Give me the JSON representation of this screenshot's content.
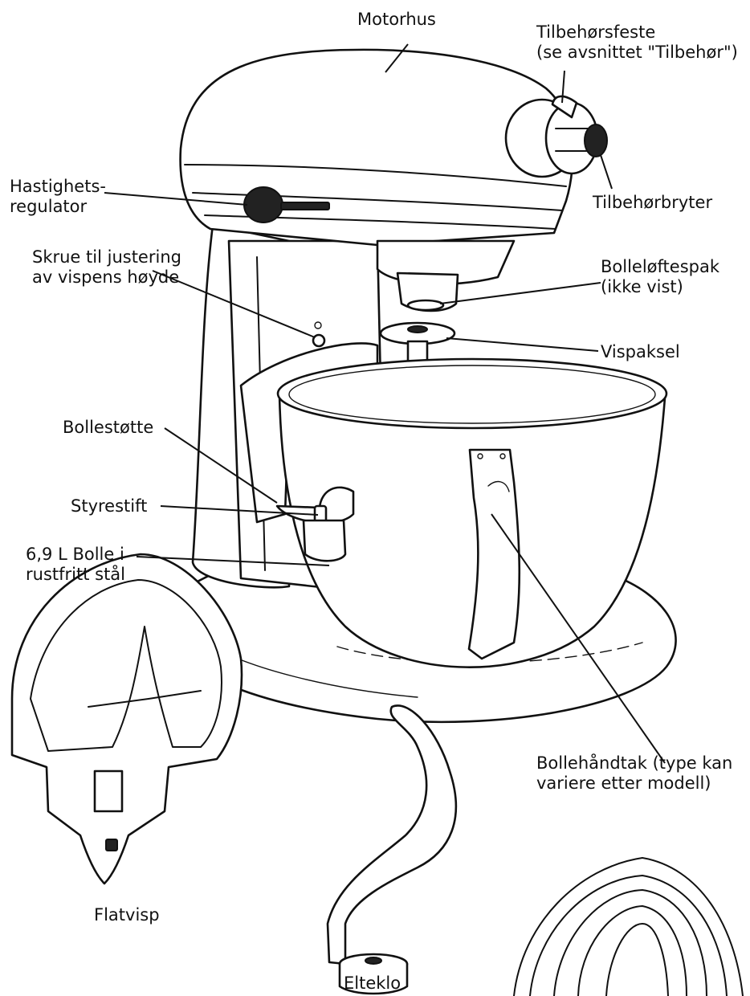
{
  "labels": {
    "motor_housing": "Motorhus",
    "attachment_hub": [
      "Tilbehørsfeste",
      "(se avsnittet \"Tilbehør\")"
    ],
    "attachment_knob": "Tilbehørbryter",
    "speed_control": [
      "Hastighets-",
      "regulator"
    ],
    "beater_height_screw": [
      "Skrue til justering",
      "av vispens høyde"
    ],
    "bowl_lift_lever": [
      "Bolleløftespak",
      "(ikke vist)"
    ],
    "beater_shaft": "Vispaksel",
    "bowl_support": "Bollestøtte",
    "locating_pin": "Styrestift",
    "bowl": [
      "6,9 L Bolle i",
      "rustfritt stål"
    ],
    "bowl_handle": [
      "Bollehåndtak (type kan",
      "variere etter modell)"
    ],
    "flat_beater": "Flatvisp",
    "dough_hook": "Elteklo"
  }
}
